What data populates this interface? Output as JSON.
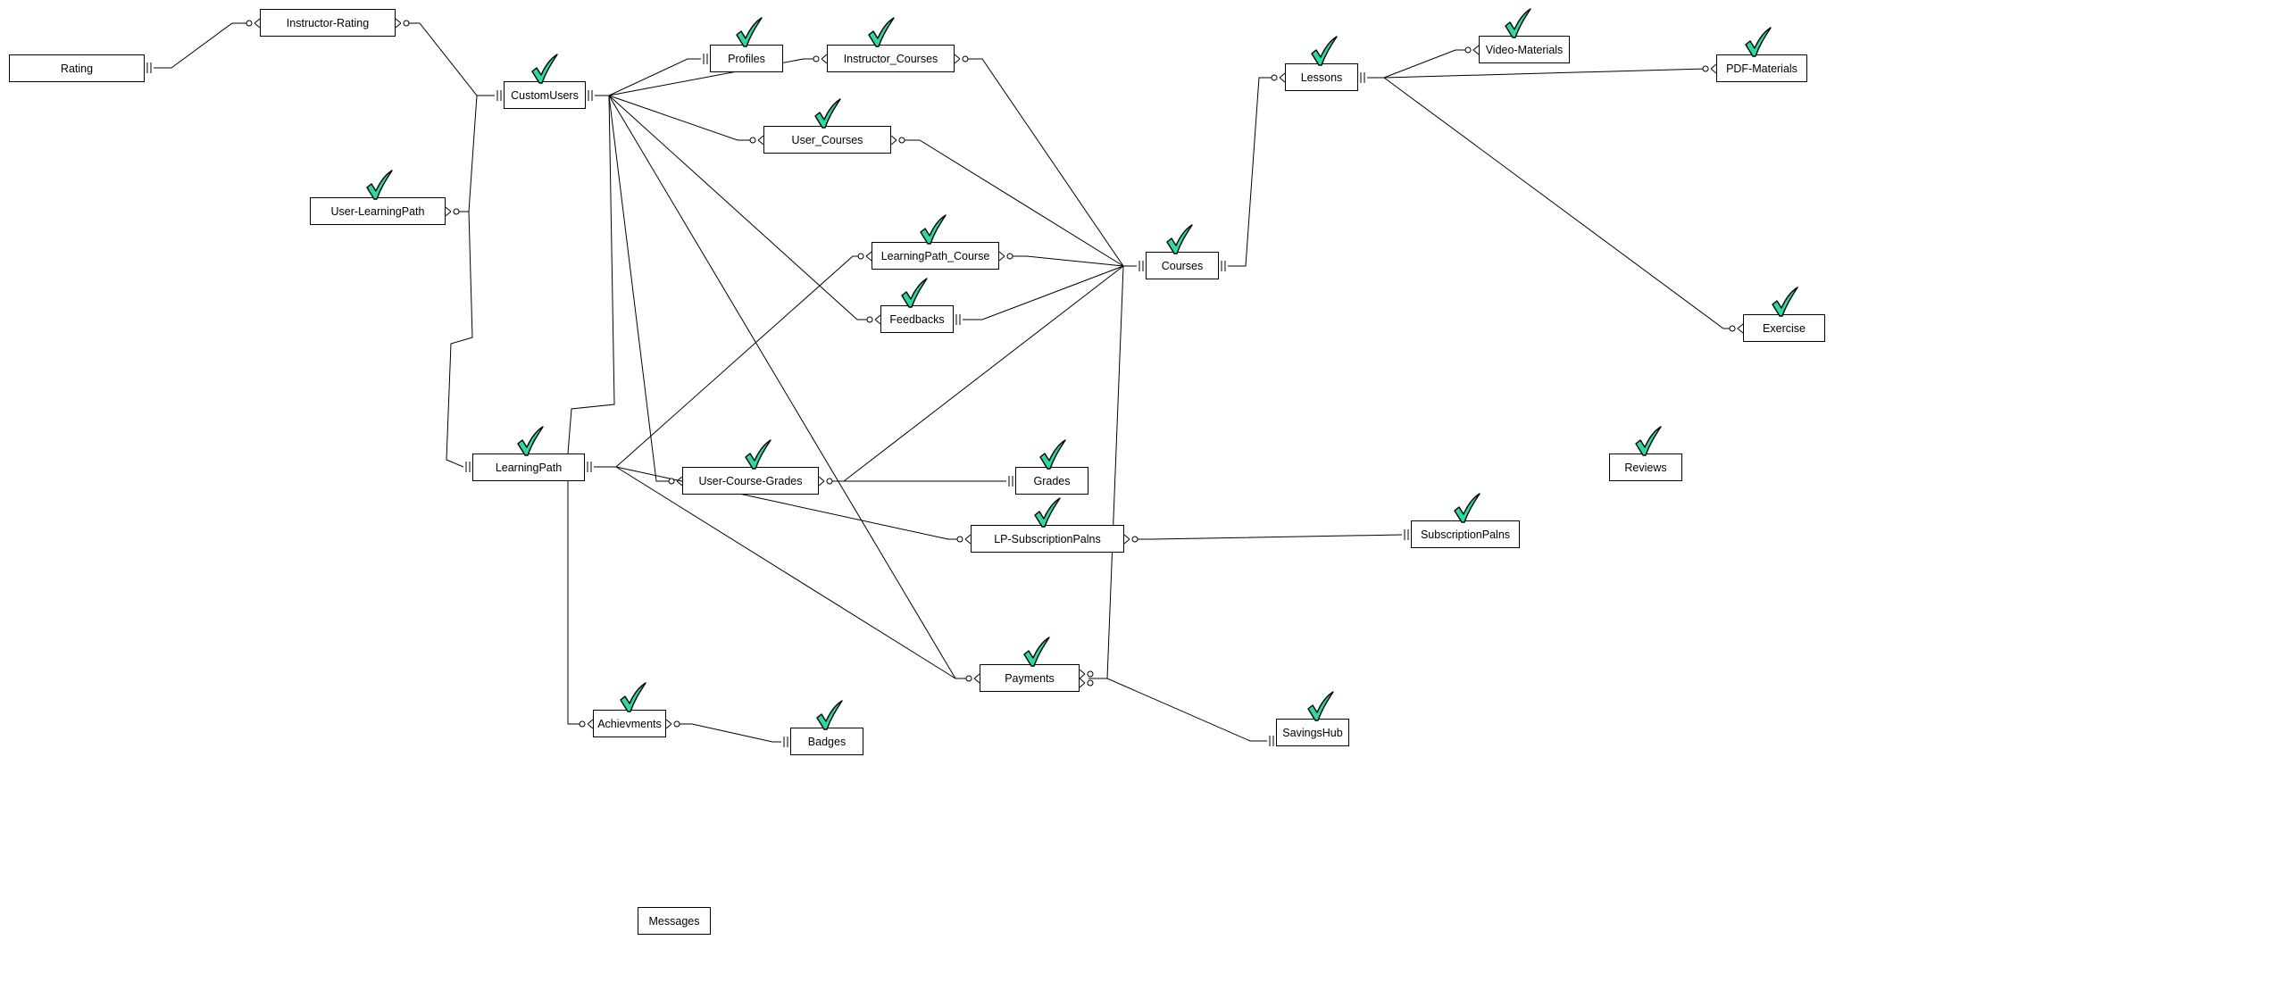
{
  "diagram": {
    "entities": {
      "rating": "Rating",
      "instructor_rating": "Instructor-Rating",
      "custom_users": "CustomUsers",
      "profiles": "Profiles",
      "instructor_courses": "Instructor_Courses",
      "user_courses": "User_Courses",
      "user_learning_path": "User-LearningPath",
      "learning_path_course": "LearningPath_Course",
      "feedbacks": "Feedbacks",
      "courses": "Courses",
      "lessons": "Lessons",
      "video_materials": "Video-Materials",
      "pdf_materials": "PDF-Materials",
      "exercise": "Exercise",
      "learning_path": "LearningPath",
      "user_course_grades": "User-Course-Grades",
      "grades": "Grades",
      "lp_subscription_plans": "LP-SubscriptionPalns",
      "subscription_plans": "SubscriptionPalns",
      "reviews": "Reviews",
      "payments": "Payments",
      "savings_hub": "SavingsHub",
      "achievements": "Achievments",
      "badges": "Badges",
      "messages": "Messages"
    },
    "colors": {
      "line": "#000000",
      "entity_border": "#000000",
      "check_fill": "#2ed8a0",
      "check_stroke": "#000000"
    },
    "icons": {
      "check": "check-mark-icon"
    }
  }
}
